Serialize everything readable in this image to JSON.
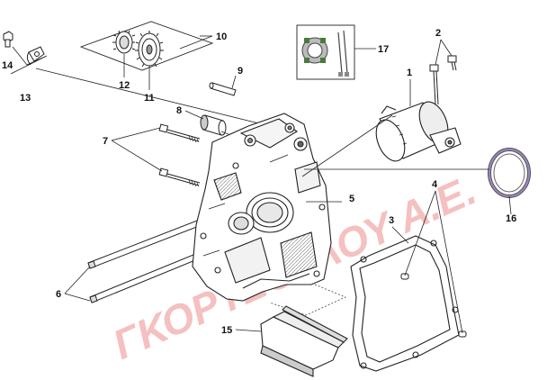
{
  "watermark": {
    "text": "ΓΚΟΡΤΖΟΓΛΟΥ Α.Ε.",
    "color": "#f4b6b6"
  },
  "callouts": [
    {
      "id": "c1",
      "label": "1"
    },
    {
      "id": "c2",
      "label": "2"
    },
    {
      "id": "c3",
      "label": "3"
    },
    {
      "id": "c4",
      "label": "4"
    },
    {
      "id": "c5",
      "label": "5"
    },
    {
      "id": "c6",
      "label": "6"
    },
    {
      "id": "c7",
      "label": "7"
    },
    {
      "id": "c8",
      "label": "8"
    },
    {
      "id": "c9",
      "label": "9"
    },
    {
      "id": "c10",
      "label": "10"
    },
    {
      "id": "c11",
      "label": "11"
    },
    {
      "id": "c12",
      "label": "12"
    },
    {
      "id": "c13",
      "label": "13"
    },
    {
      "id": "c14",
      "label": "14"
    },
    {
      "id": "c15",
      "label": "15"
    },
    {
      "id": "c16",
      "label": "16"
    },
    {
      "id": "c17",
      "label": "17"
    }
  ],
  "parts": [
    {
      "name": "starter-motor",
      "icon": "starter-motor-icon"
    },
    {
      "name": "starter-bolts",
      "icon": "bolt-icon"
    },
    {
      "name": "crankcase-cover-gasket",
      "icon": "gasket-icon"
    },
    {
      "name": "gasket-dowel-pins",
      "icon": "pin-icon"
    },
    {
      "name": "right-crankcase-half",
      "icon": "crankcase-icon"
    },
    {
      "name": "long-studs",
      "icon": "stud-icon"
    },
    {
      "name": "crankcase-bolts",
      "icon": "bolt-icon"
    },
    {
      "name": "bushing",
      "icon": "bushing-icon"
    },
    {
      "name": "idler-shaft",
      "icon": "shaft-icon"
    },
    {
      "name": "starter-gear-set",
      "icon": "gear-icon"
    },
    {
      "name": "idle-gear",
      "icon": "gear-icon"
    },
    {
      "name": "small-gear",
      "icon": "gear-icon"
    },
    {
      "name": "clamp-bracket",
      "icon": "clamp-icon"
    },
    {
      "name": "small-bolt",
      "icon": "bolt-icon"
    },
    {
      "name": "chain-guide-cover",
      "icon": "cover-icon"
    },
    {
      "name": "o-ring",
      "icon": "o-ring-icon"
    },
    {
      "name": "brush-holder",
      "icon": "brush-holder-icon"
    }
  ]
}
